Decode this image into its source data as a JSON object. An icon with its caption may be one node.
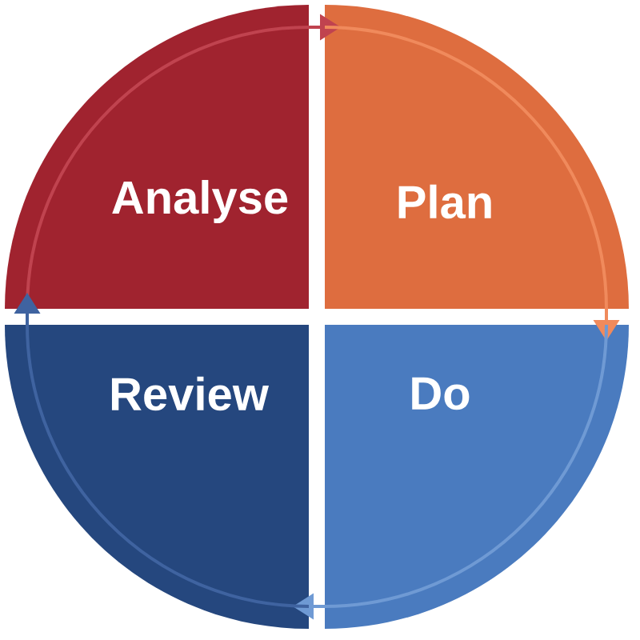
{
  "diagram": {
    "nodes": [
      {
        "text": [
          "Analyse"
        ]
      },
      {
        "text": [
          "Plan"
        ]
      },
      {
        "text": [
          "Do"
        ]
      },
      {
        "text": [
          "Review"
        ]
      }
    ],
    "edges": [
      {
        "from": 0,
        "to": 1,
        "arrow": "to",
        "color": "#c0434f"
      },
      {
        "from": 1,
        "to": 2,
        "arrow": "to",
        "color": "#f08a5c"
      },
      {
        "from": 2,
        "to": 3,
        "arrow": "to",
        "color": "#6f9ad4"
      },
      {
        "from": 3,
        "to": 0,
        "arrow": "to",
        "color": "#3f63a0"
      }
    ]
  }
}
